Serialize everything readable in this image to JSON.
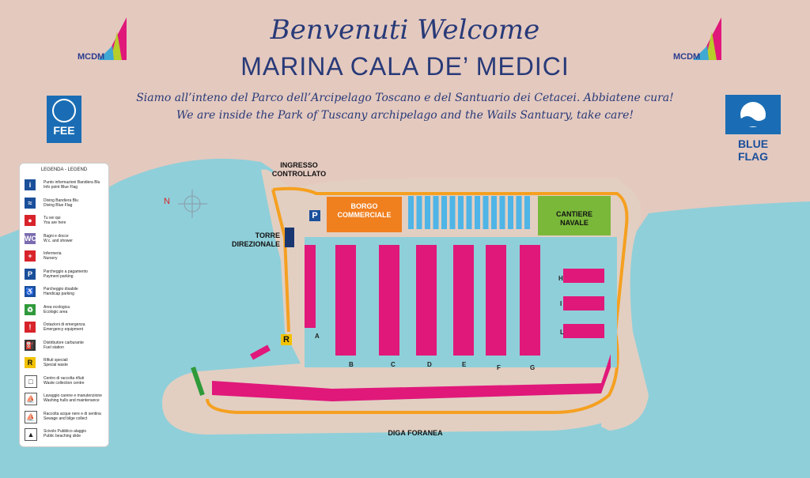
{
  "header": {
    "welcome": "Benvenuti   Welcome",
    "title": "MARINA CALA DE’ MEDICI",
    "subtitle_it": "Siamo all’inteno del Parco dell’Arcipelago Toscano e del Santuario dei Cetacei. Abbiatene cura!",
    "subtitle_en": "We are inside the Park of Tuscany archipelago and the Wails Santuary, take care!"
  },
  "logos": {
    "mcdm": "MCDM",
    "fee": "FEE",
    "blue_flag": "BLUE FLAG"
  },
  "colors": {
    "sea": "#8fcfd9",
    "sky": "#e4c9bf",
    "land": "#e2cfc2",
    "pier": "#f5a020",
    "berth": "#e0187a",
    "borgo": "#f07f1e",
    "cantiere": "#7ab83a",
    "title": "#283a78"
  },
  "labels": {
    "ingresso": "INGRESSO\nCONTROLLATO",
    "torre": "TORRE\nDIREZIONALE",
    "borgo": "BORGO\nCOMMERCIALE",
    "cantiere": "CANTIERE\nNAVALE",
    "diga": "DIGA FORANEA",
    "compass": "N",
    "parking": "P",
    "special": "R"
  },
  "piers": [
    "A",
    "B",
    "C",
    "D",
    "E",
    "F",
    "G",
    "H",
    "I",
    "L"
  ],
  "legend": {
    "title": "LEGENDA - LEGEND",
    "items": [
      {
        "icon": "info-point-icon",
        "glyph": "i",
        "color": "#1a4f9a",
        "it": "Punto informazioni Bandiera Blu",
        "en": "Info point Blue Flag"
      },
      {
        "icon": "diving-icon",
        "glyph": "≈",
        "color": "#1a4f9a",
        "it": "Diving Bandiera Blu",
        "en": "Diving Blue Flag"
      },
      {
        "icon": "you-are-here-icon",
        "glyph": "●",
        "color": "#d8232a",
        "it": "Tu sei qui",
        "en": "You are here"
      },
      {
        "icon": "toilets-icon",
        "glyph": "WC",
        "color": "#7b6cb0",
        "it": "Bagni e docce",
        "en": "W.c. and shower"
      },
      {
        "icon": "nursery-icon",
        "glyph": "+",
        "color": "#d8232a",
        "it": "Infermeria",
        "en": "Nursery"
      },
      {
        "icon": "parking-icon",
        "glyph": "P",
        "color": "#1a4f9a",
        "it": "Parcheggio a pagamento",
        "en": "Payment parking"
      },
      {
        "icon": "handicap-parking-icon",
        "glyph": "♿",
        "color": "#1a4f9a",
        "it": "Parcheggio disabile",
        "en": "Handicap parking"
      },
      {
        "icon": "ecological-area-icon",
        "glyph": "♻",
        "color": "#2f9a3a",
        "it": "Area ecologica",
        "en": "Ecologic area"
      },
      {
        "icon": "emergency-icon",
        "glyph": "!",
        "color": "#d8232a",
        "it": "Dotazioni di emergenza",
        "en": "Emergency equipment"
      },
      {
        "icon": "fuel-icon",
        "glyph": "⛽",
        "color": "#333333",
        "it": "Distributore carburante",
        "en": "Fuel station"
      },
      {
        "icon": "special-waste-icon",
        "glyph": "R",
        "color": "#f2c200",
        "it": "Rifiuti speciali",
        "en": "Special waste"
      },
      {
        "icon": "waste-centre-icon",
        "glyph": "□",
        "color": "#ffffff",
        "it": "Centro di raccolta rifiuti",
        "en": "Waste collection centre"
      },
      {
        "icon": "hull-washing-icon",
        "glyph": "⛵",
        "color": "#ffffff",
        "it": "Lavaggio carene e manutenzione",
        "en": "Washing hulls and maintenance"
      },
      {
        "icon": "sewage-icon",
        "glyph": "⛵",
        "color": "#ffffff",
        "it": "Raccolta acque nere e di sentina",
        "en": "Sewage and bilge collect"
      },
      {
        "icon": "beaching-slide-icon",
        "glyph": "▲",
        "color": "#ffffff",
        "it": "Scivolo Pubblico alaggio",
        "en": "Public beaching slide"
      }
    ]
  }
}
